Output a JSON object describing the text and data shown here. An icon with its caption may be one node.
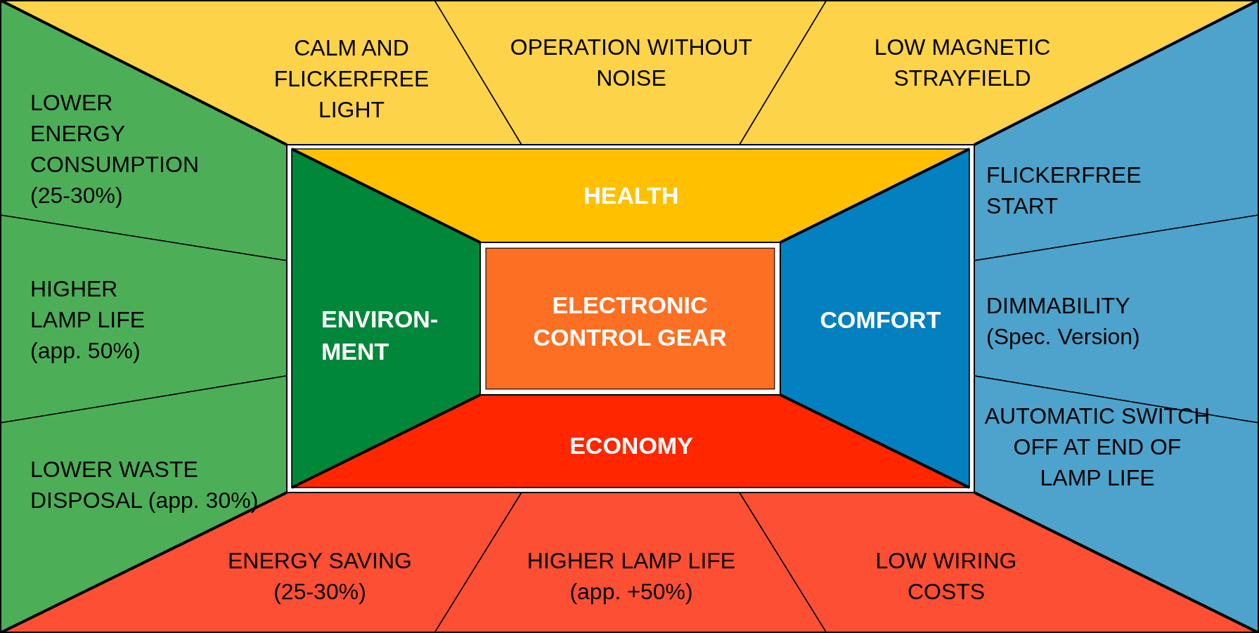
{
  "diagram": {
    "nodes": [
      {
        "text": [
          "CALM AND FLICKERFREE LIGHT"
        ]
      },
      {
        "text": [
          "OPERATION WITHOUT NOISE"
        ]
      },
      {
        "text": [
          "LOW MAGNETIC STRAYFIELD"
        ]
      },
      {
        "text": [
          "LOWER ENERGY CONSUMPTION (25-30%)"
        ]
      },
      {
        "text": [
          "HIGHER LAMP LIFE (app. 50%)"
        ]
      },
      {
        "text": [
          "LOWER WASTE DISPOSAL (app. 30%)"
        ]
      },
      {
        "text": [
          "HEALTH"
        ]
      },
      {
        "text": [
          "ENVIRON-MENT"
        ]
      },
      {
        "text": [
          "ELECTRONIC CONTROL GEAR"
        ]
      },
      {
        "text": [
          "COMFORT"
        ]
      },
      {
        "text": [
          "FLICKERFREE START"
        ]
      },
      {
        "text": [
          "DIMMABILITY (Spec. Version)"
        ]
      },
      {
        "text": [
          "AUTOMATIC SWITCH OFF AT END OF LAMP LIFE"
        ]
      },
      {
        "text": [
          "ECONOMY"
        ]
      },
      {
        "text": [
          "ENERGY SAVING (25-30%)"
        ]
      },
      {
        "text": [
          "HIGHER LAMP LIFE (app. +50%)"
        ]
      },
      {
        "text": [
          "LOW WIRING COSTS"
        ]
      }
    ]
  }
}
